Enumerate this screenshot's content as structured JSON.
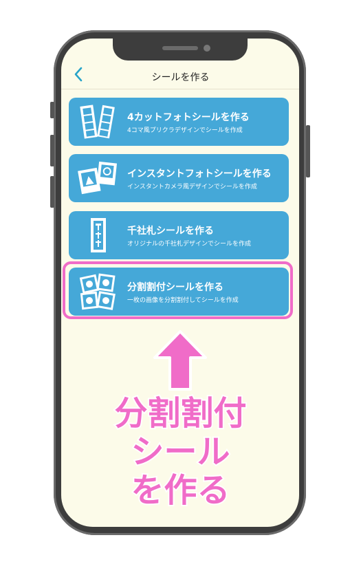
{
  "header": {
    "back_icon": "chevron-left-icon",
    "title": "シールを作る"
  },
  "menu": [
    {
      "icon": "four-cut-photo-icon",
      "title": "4カットフォトシールを作る",
      "subtitle": "4コマ風プリクラデザインでシールを作成"
    },
    {
      "icon": "instant-photo-icon",
      "title": "インスタントフォトシールを作る",
      "subtitle": "インスタントカメラ風デザインでシールを作成"
    },
    {
      "icon": "senjafuda-icon",
      "title": "千社札シールを作る",
      "subtitle": "オリジナルの千社札デザインでシールを作成"
    },
    {
      "icon": "split-image-icon",
      "title": "分割割付シールを作る",
      "subtitle": "一枚の画像を分割割付してシールを作成"
    }
  ],
  "annotation": {
    "lines": [
      "分割割付",
      "シール",
      "を作る"
    ],
    "color": "#f06cc8"
  },
  "colors": {
    "card": "#45a8d8",
    "screen_bg": "#fcfbe9",
    "accent": "#28a4c9"
  }
}
